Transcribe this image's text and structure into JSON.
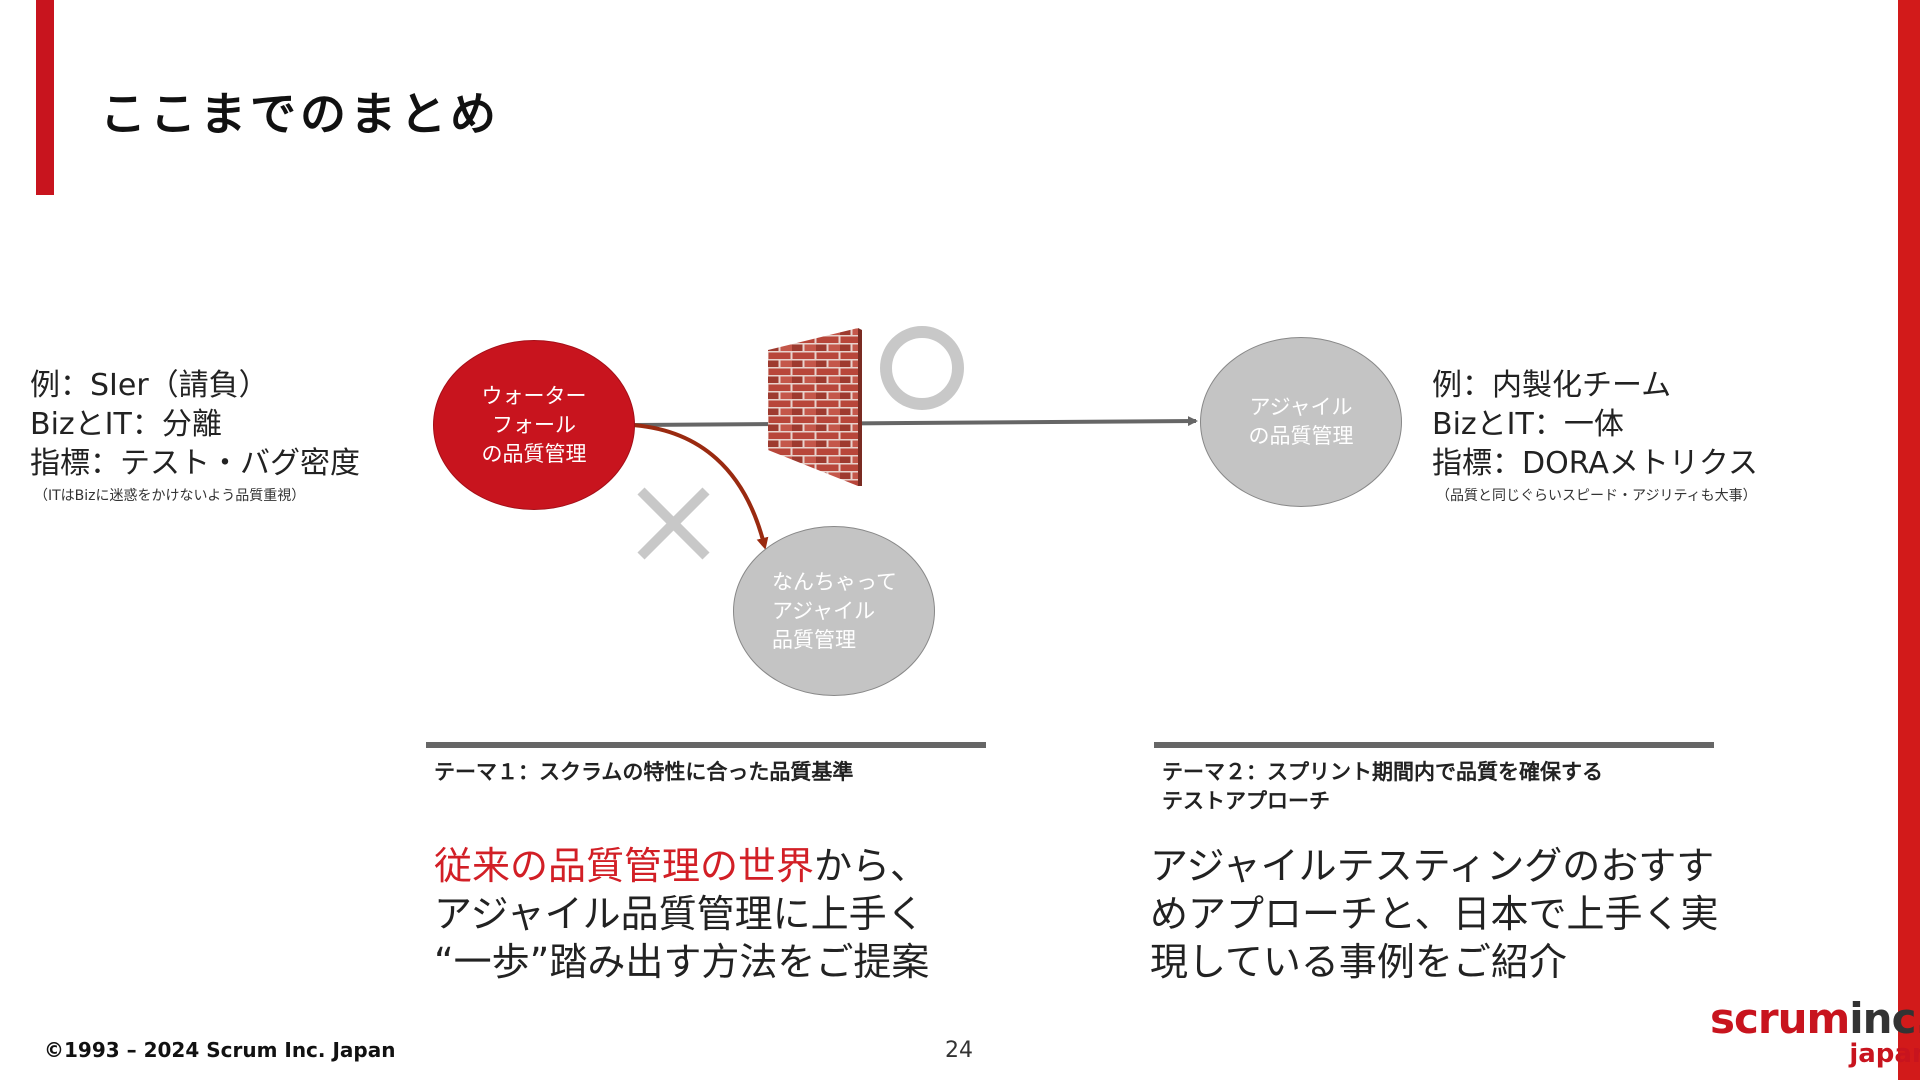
{
  "title": "ここまでのまとめ",
  "left_panel": {
    "line1": "例：SIer（請負）",
    "line2": "BizとIT：分離",
    "line3": "指標：テスト・バグ密度",
    "note": "（ITはBizに迷惑をかけないよう品質重視）"
  },
  "right_panel": {
    "line1": "例：内製化チーム",
    "line2": "BizとIT：一体",
    "line3": "指標：DORAメトリクス",
    "note": "（品質と同じぐらいスピード・アジリティも大事）"
  },
  "diagram": {
    "waterfall": "ウォーター\nフォール\nの品質管理",
    "agile": "アジャイル\nの品質管理",
    "pseudo_agile": "なんちゃって\nアジャイル\n品質管理",
    "ok_mark_icon": "circle-ok-icon",
    "ng_mark_icon": "cross-ng-icon",
    "wall_icon": "brick-wall-icon"
  },
  "theme1": {
    "title": "テーマ１：スクラムの特性に合った品質基準",
    "body_highlight": "従来の品質管理の世界",
    "body_rest_1": "から、",
    "body_rest_2": "アジャイル品質管理に上手く",
    "body_rest_3": "“一歩”踏み出す方法をご提案"
  },
  "theme2": {
    "title": "テーマ２：スプリント期間内で品質を確保する\nテストアプローチ",
    "body": "アジャイルテスティングのおすすめアプローチと、日本で上手く実現している事例をご紹介"
  },
  "footer": {
    "copyright": "©1993 – 2024 Scrum Inc. Japan",
    "page_number": "24",
    "logo_main_red": "scrum",
    "logo_main_dark": "inc.",
    "logo_sub": "japan"
  },
  "colors": {
    "accent_red": "#c8141e",
    "grey_circle": "#c4c4c4",
    "arrow_grey": "#666666",
    "arrow_red": "#9a2a10"
  }
}
